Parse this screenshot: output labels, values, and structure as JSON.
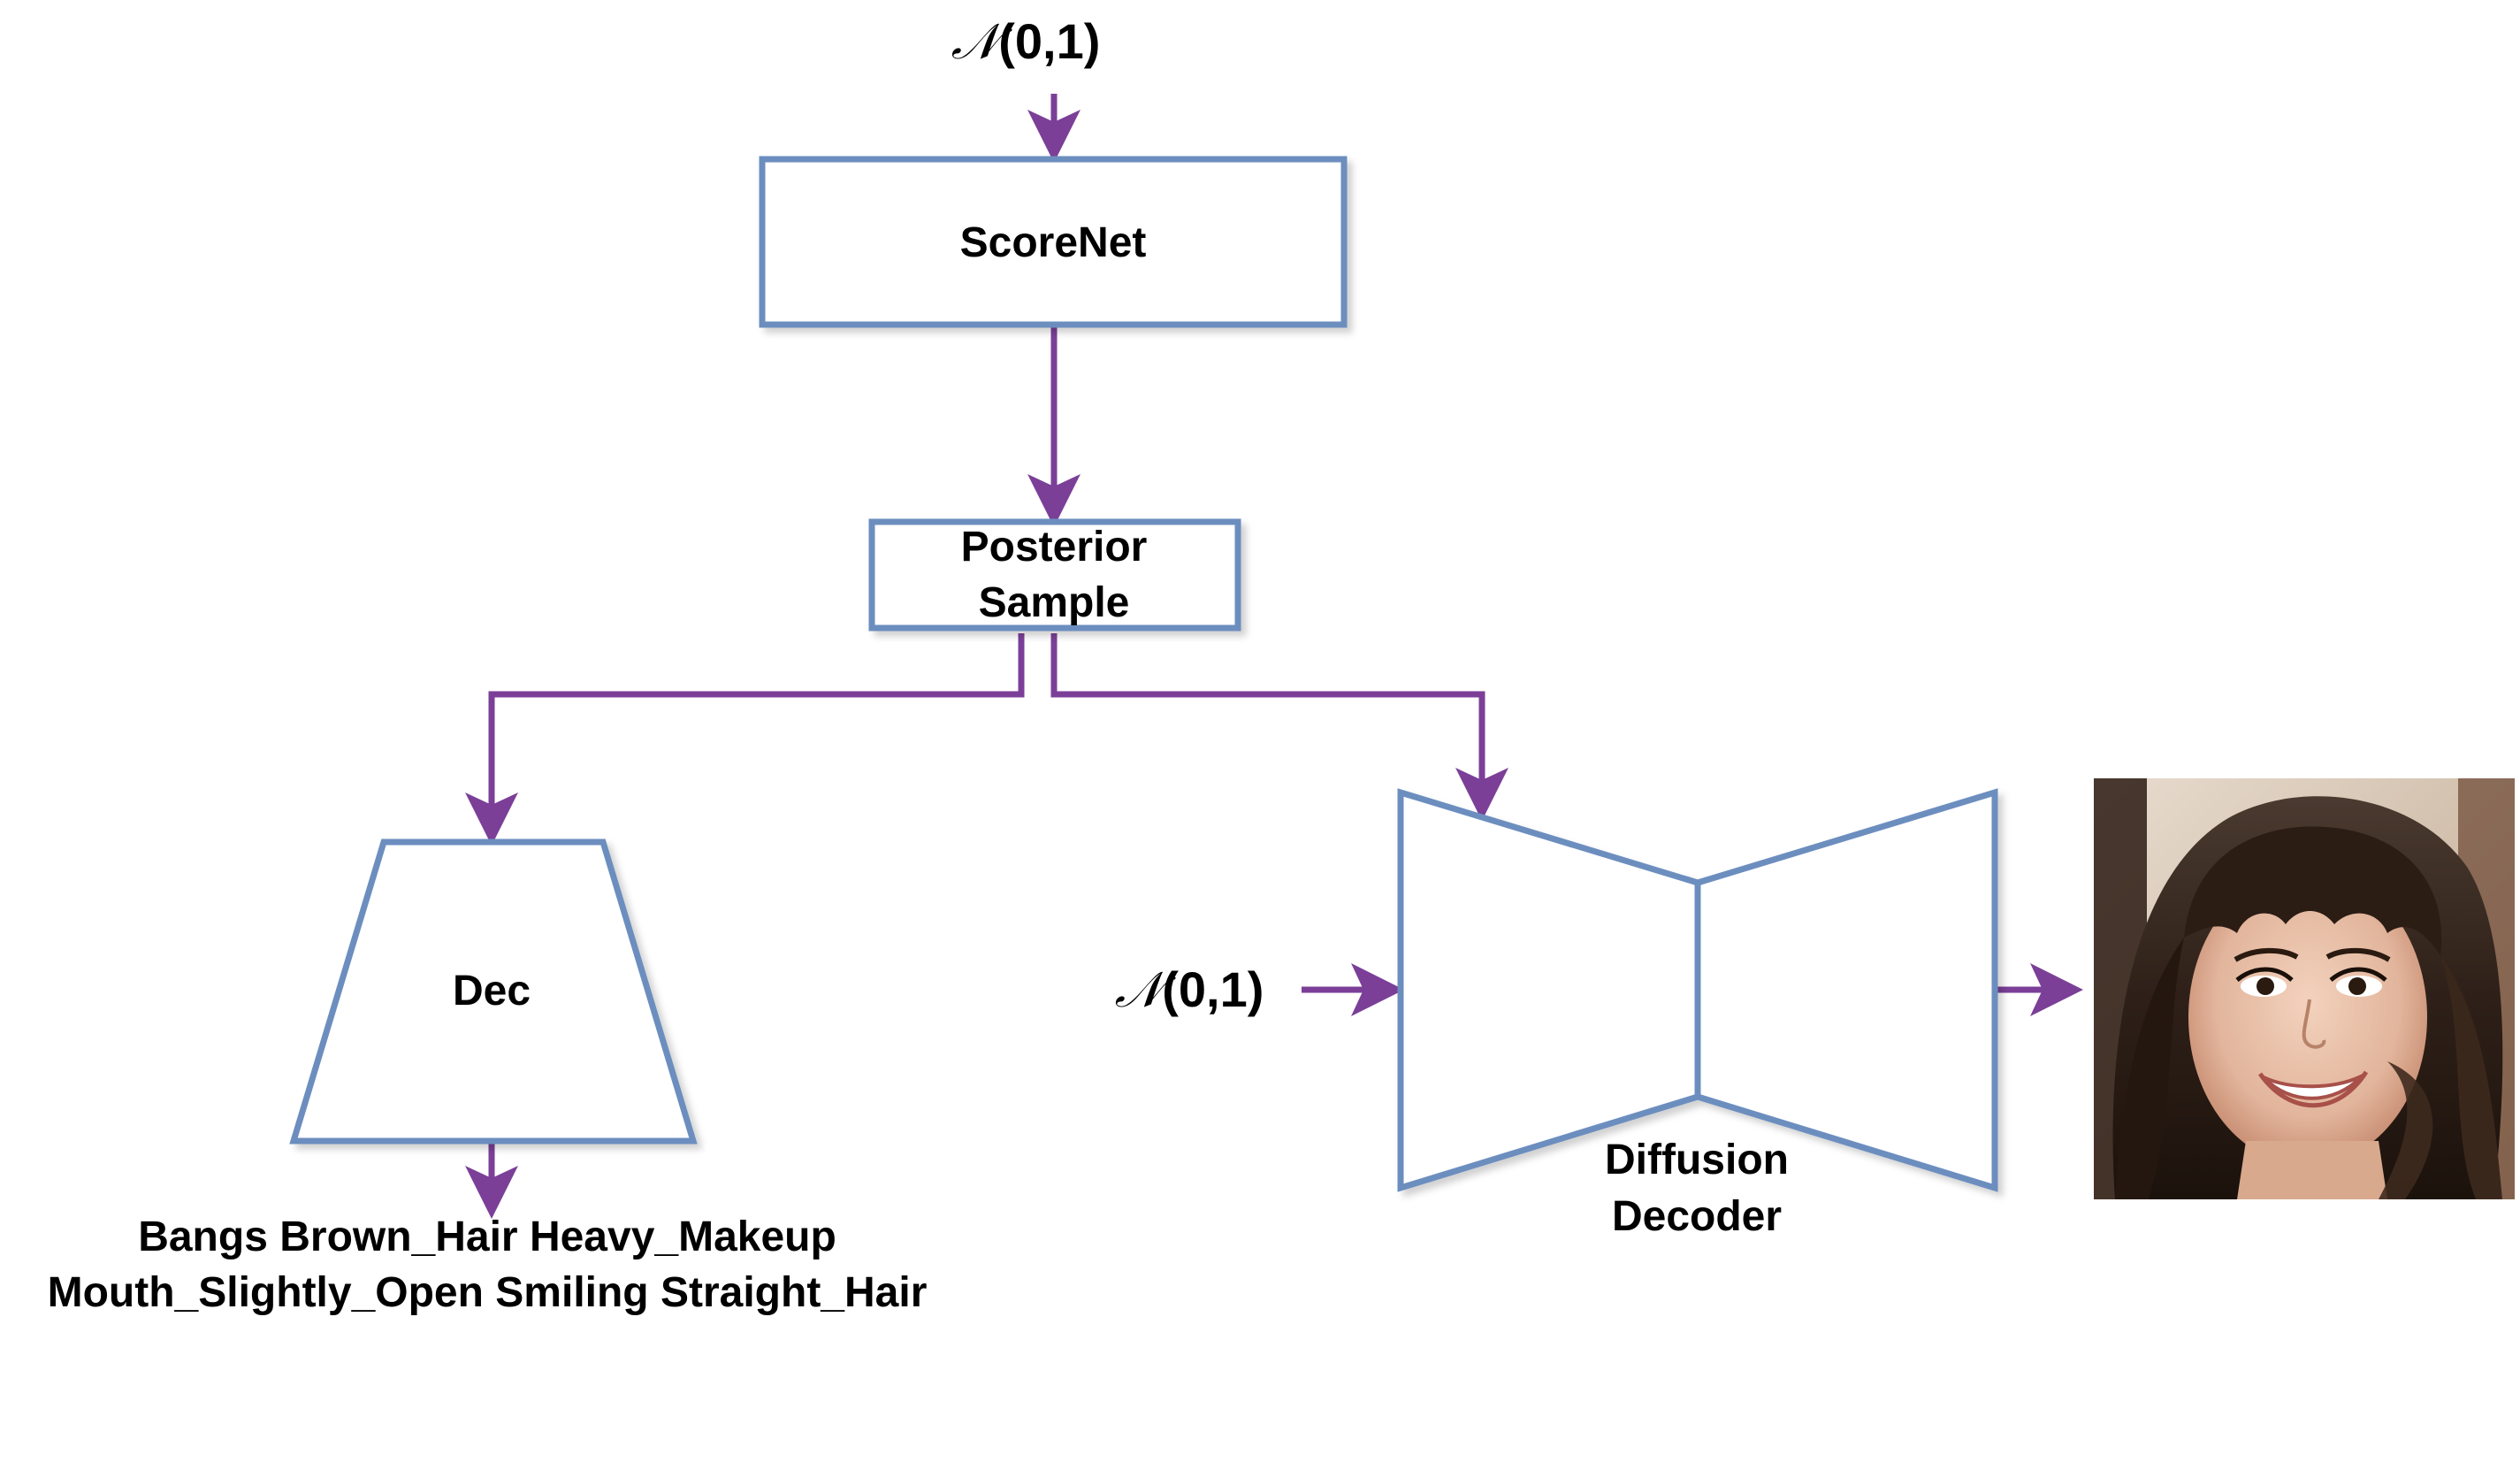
{
  "noise_top": {
    "symbol": "𝒩",
    "args": "(0,1)"
  },
  "noise_side": {
    "symbol": "𝒩",
    "args": "(0,1)"
  },
  "scorenet": {
    "label": "ScoreNet"
  },
  "posterior": {
    "line1": "Posterior",
    "line2": "Sample"
  },
  "dec": {
    "label": "Dec"
  },
  "diffusion_decoder": {
    "line1": "Diffusion",
    "line2": "Decoder"
  },
  "attributes": {
    "line1": "Bangs Brown_Hair Heavy_Makeup",
    "line2": "Mouth_Slightly_Open Smiling Straight_Hair"
  },
  "colors": {
    "box_stroke": "#6c8ebf",
    "arrow": "#7b3f98"
  }
}
